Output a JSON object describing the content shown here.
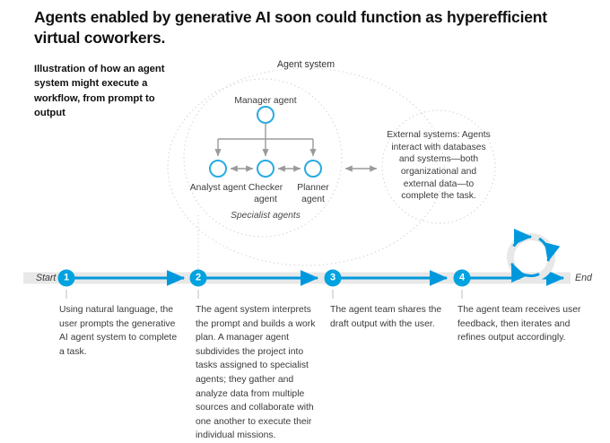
{
  "headline": "Agents enabled by generative AI soon could function as hyperefficient virtual coworkers.",
  "deck": "Illustration of how an agent system might execute a workflow, from prompt to output",
  "colors": {
    "accent_blue": "#00A3E0",
    "node_ring_blue": "#29ABE2",
    "track_grey": "#E8E8E8",
    "arrow_grey": "#9A9A9A",
    "dotted_grey": "#C9C9C9",
    "text_dark": "#222222"
  },
  "diagram": {
    "system_label": "Agent system",
    "manager": {
      "label": "Manager agent"
    },
    "specialists_label": "Specialist agents",
    "specialists": [
      {
        "label": "Analyst\nagent",
        "name": "analyst-agent"
      },
      {
        "label": "Checker\nagent",
        "name": "checker-agent"
      },
      {
        "label": "Planner\nagent",
        "name": "planner-agent"
      }
    ],
    "external": {
      "label": "External systems: Agents interact with databases and systems—both organizational and external data—to complete the task."
    }
  },
  "timeline": {
    "start_label": "Start",
    "end_label": "End",
    "steps": [
      {
        "number": "1",
        "text": "Using natural language, the user prompts the generative AI agent system to complete a task."
      },
      {
        "number": "2",
        "text": "The agent system interprets the prompt and builds a work plan. A manager agent subdivides the project into tasks assigned to specialist agents; they gather and analyze data from multiple sources and collaborate with one another to execute their individual missions."
      },
      {
        "number": "3",
        "text": "The agent team shares the draft output with the user."
      },
      {
        "number": "4",
        "text": "The agent team receives user feedback, then iterates and refines output accordingly."
      }
    ],
    "loop_icon": "circular-refresh-loop"
  }
}
